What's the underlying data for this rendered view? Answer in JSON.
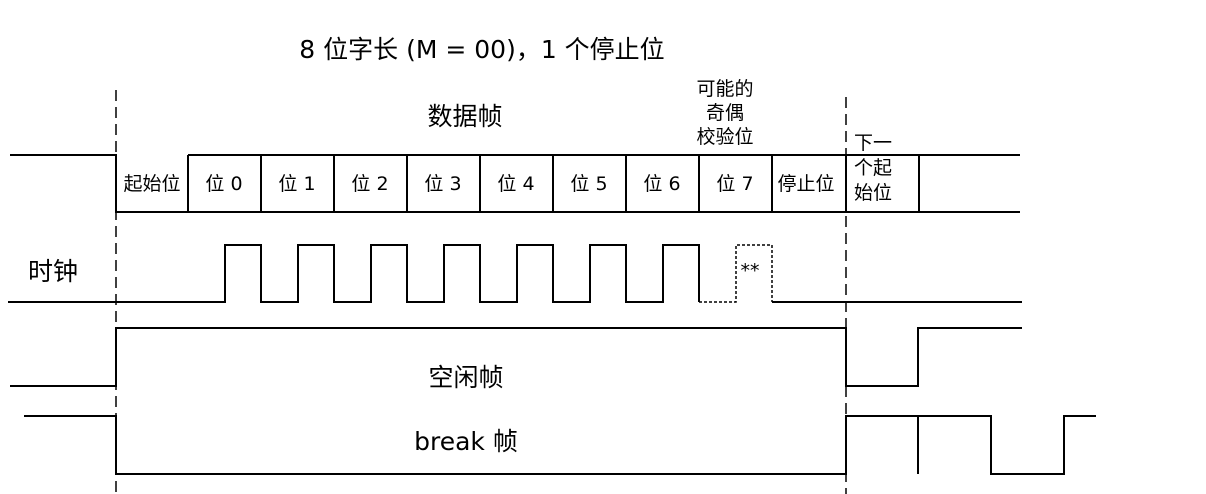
{
  "title": "8 位字长 (M = 00)，1 个停止位",
  "data_frame_label": "数据帧",
  "parity_label": [
    "可能的",
    "奇偶",
    "校验位"
  ],
  "bits": {
    "start": "起始位",
    "b0": "位 0",
    "b1": "位 1",
    "b2": "位 2",
    "b3": "位 3",
    "b4": "位 4",
    "b5": "位 5",
    "b6": "位 6",
    "b7": "位 7",
    "stop": "停止位"
  },
  "next_start_label": [
    "下一",
    "个起",
    "始位"
  ],
  "clock_label": "时钟",
  "clock_marker": "**",
  "idle_frame_label": "空闲帧",
  "break_frame_label": "break 帧"
}
